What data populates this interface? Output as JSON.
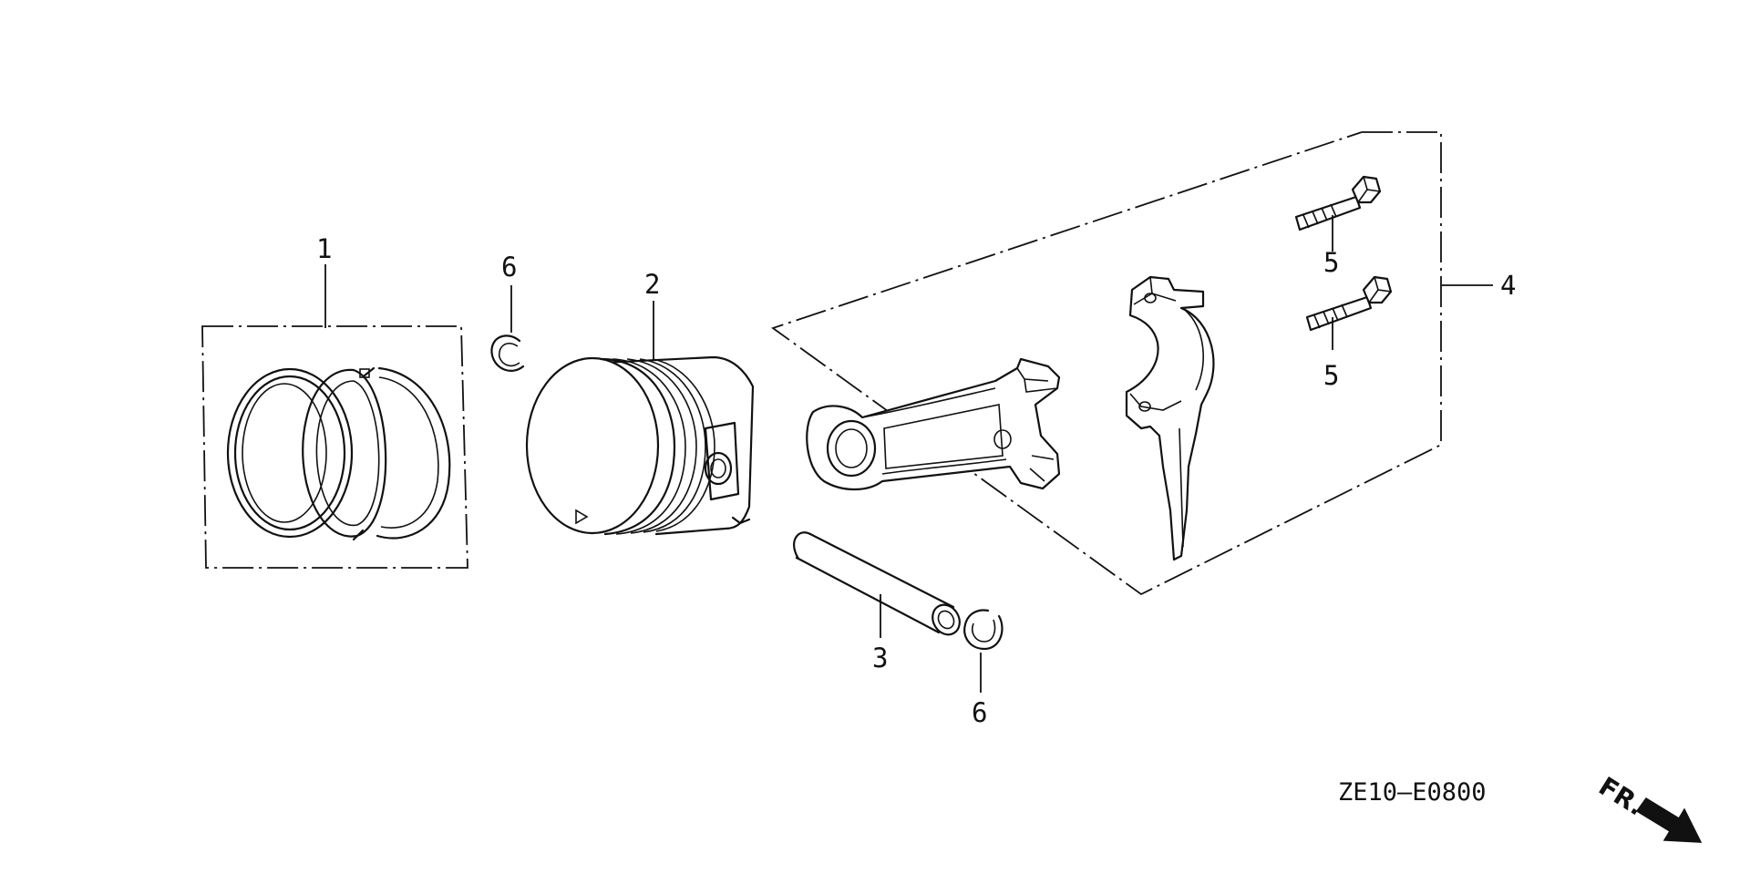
{
  "callouts": {
    "c1": "1",
    "c2": "2",
    "c3": "3",
    "c4": "4",
    "c5a": "5",
    "c5b": "5",
    "c6a": "6",
    "c6b": "6"
  },
  "diagram_code": "ZE10—E0800",
  "front_marker": "FR."
}
